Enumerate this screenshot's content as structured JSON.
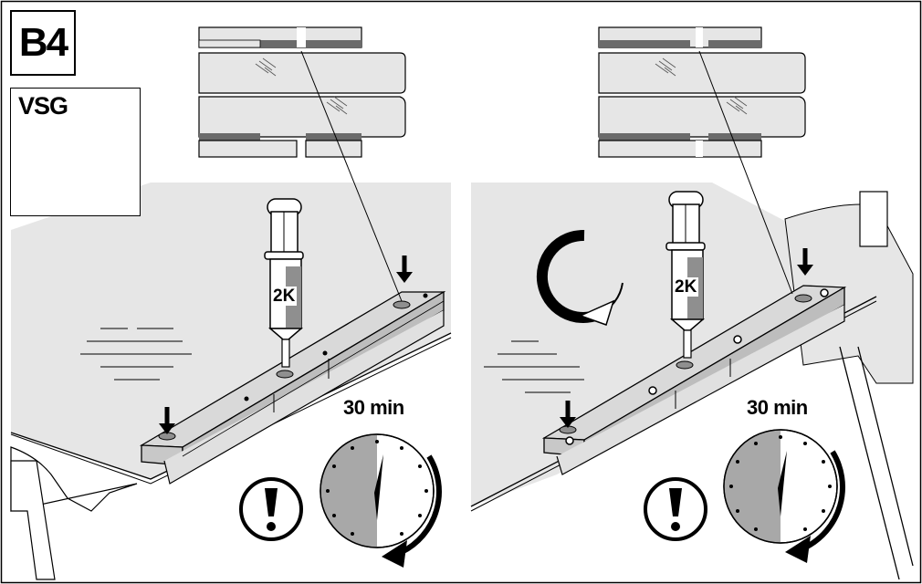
{
  "step": "B4",
  "glass_type_label": "VSG",
  "panels": [
    {
      "syringe_label": "2K",
      "time_label": "30 min"
    },
    {
      "syringe_label": "2K",
      "time_label": "30 min"
    }
  ],
  "icons": [
    "down-arrow-icon",
    "exclamation-warning-icon",
    "clock-icon",
    "rotate-arrow-icon",
    "syringe-icon"
  ],
  "colors": {
    "glass": "#e6e6e6",
    "line": "#000000",
    "shadow": "#a8a8a8",
    "adhesive": "#8f8f8f"
  }
}
